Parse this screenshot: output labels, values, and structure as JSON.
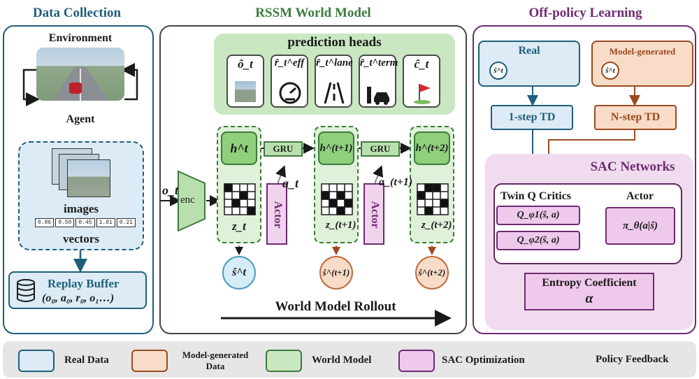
{
  "sections": {
    "data_collection": "Data Collection",
    "rssm": "RSSM World Model",
    "offpolicy": "Off-policy Learning"
  },
  "data_collection": {
    "environment": "Environment",
    "agent": "Agent",
    "images": "images",
    "vectors": "vectors",
    "vector_values": [
      "0.86",
      "0.50",
      "0.45",
      "1.01",
      "0.21"
    ],
    "replay_buffer": "Replay Buffer",
    "replay_tuple": "(o₀, a₀, r₀, o₁…)"
  },
  "rssm": {
    "prediction_heads": "prediction heads",
    "heads": [
      "ô_t",
      "r̂_t^eff",
      "r̂_t^lane",
      "r̂_t^term",
      "ĉ_t"
    ],
    "obs_input": "o_t",
    "encoder": "enc",
    "gru": "GRU",
    "actor": "Actor",
    "hidden_states": [
      "h^t",
      "h^(t+1)",
      "h^(t+2)"
    ],
    "stoch_states": [
      "z_t",
      "z_(t+1)",
      "z_(t+2)"
    ],
    "actions": [
      "a_t",
      "a_(t+1)"
    ],
    "model_states": [
      "ŝ^t",
      "ŝ^(t+1)",
      "ŝ^(t+2)"
    ],
    "rollout": "World Model Rollout"
  },
  "offpolicy": {
    "real": "Real",
    "model_generated": "Model-generated",
    "state_symbol": "ŝ^t",
    "one_step_td": "1-step TD",
    "n_step_td": "N-step TD",
    "sac_networks": "SAC Networks",
    "twin_q_critics": "Twin Q Critics",
    "actor": "Actor",
    "q1": "Q_φ1(ŝ, a)",
    "q2": "Q_φ2(ŝ, a)",
    "policy": "π_θ(a|ŝ)",
    "entropy": "Entropy Coefficient",
    "alpha": "α"
  },
  "legend": {
    "real_data": "Real Data",
    "model_generated_data": "Model-generated Data",
    "world_model": "World Model",
    "sac_optimization": "SAC Optimization",
    "policy_feedback": "Policy Feedback"
  },
  "colors": {
    "blue": "#1f5f7a",
    "blue_fill": "#dcebf5",
    "green": "#3d7a3d",
    "green_fill": "#c9e7c0",
    "orange": "#9a4a20",
    "orange_fill": "#f8dcc7",
    "purple": "#6e2a72",
    "purple_fill": "#f1dbef",
    "legend_bg": "#e6e6e6"
  }
}
